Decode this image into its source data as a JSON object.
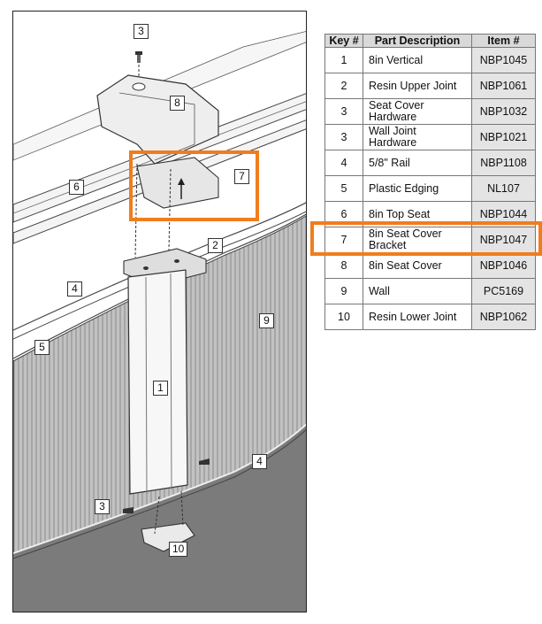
{
  "diagram": {
    "callouts": [
      "3",
      "8",
      "6",
      "7",
      "2",
      "4",
      "9",
      "5",
      "1",
      "4",
      "3",
      "10"
    ]
  },
  "table": {
    "headers": [
      "Key #",
      "Part Description",
      "Item #"
    ],
    "rows": [
      {
        "key": "1",
        "desc": "8in Vertical",
        "item": "NBP1045"
      },
      {
        "key": "2",
        "desc": "Resin Upper Joint",
        "item": "NBP1061"
      },
      {
        "key": "3",
        "desc": "Seat Cover Hardware",
        "item": "NBP1032"
      },
      {
        "key": "3",
        "desc": "Wall Joint Hardware",
        "item": "NBP1021"
      },
      {
        "key": "4",
        "desc": "5/8\" Rail",
        "item": "NBP1108"
      },
      {
        "key": "5",
        "desc": "Plastic Edging",
        "item": "NL107"
      },
      {
        "key": "6",
        "desc": "8in Top Seat",
        "item": "NBP1044"
      },
      {
        "key": "7",
        "desc": "8in Seat Cover Bracket",
        "item": "NBP1047"
      },
      {
        "key": "8",
        "desc": "8in Seat Cover",
        "item": "NBP1046"
      },
      {
        "key": "9",
        "desc": "Wall",
        "item": "PC5169"
      },
      {
        "key": "10",
        "desc": "Resin Lower Joint",
        "item": "NBP1062"
      }
    ]
  },
  "colors": {
    "highlight": "#f07d1d",
    "item_cell": "#e4e4e4",
    "header_bg": "#d9d9d9",
    "wall_fill": "#bdbdbd",
    "ground_fill": "#7a7a7a"
  }
}
